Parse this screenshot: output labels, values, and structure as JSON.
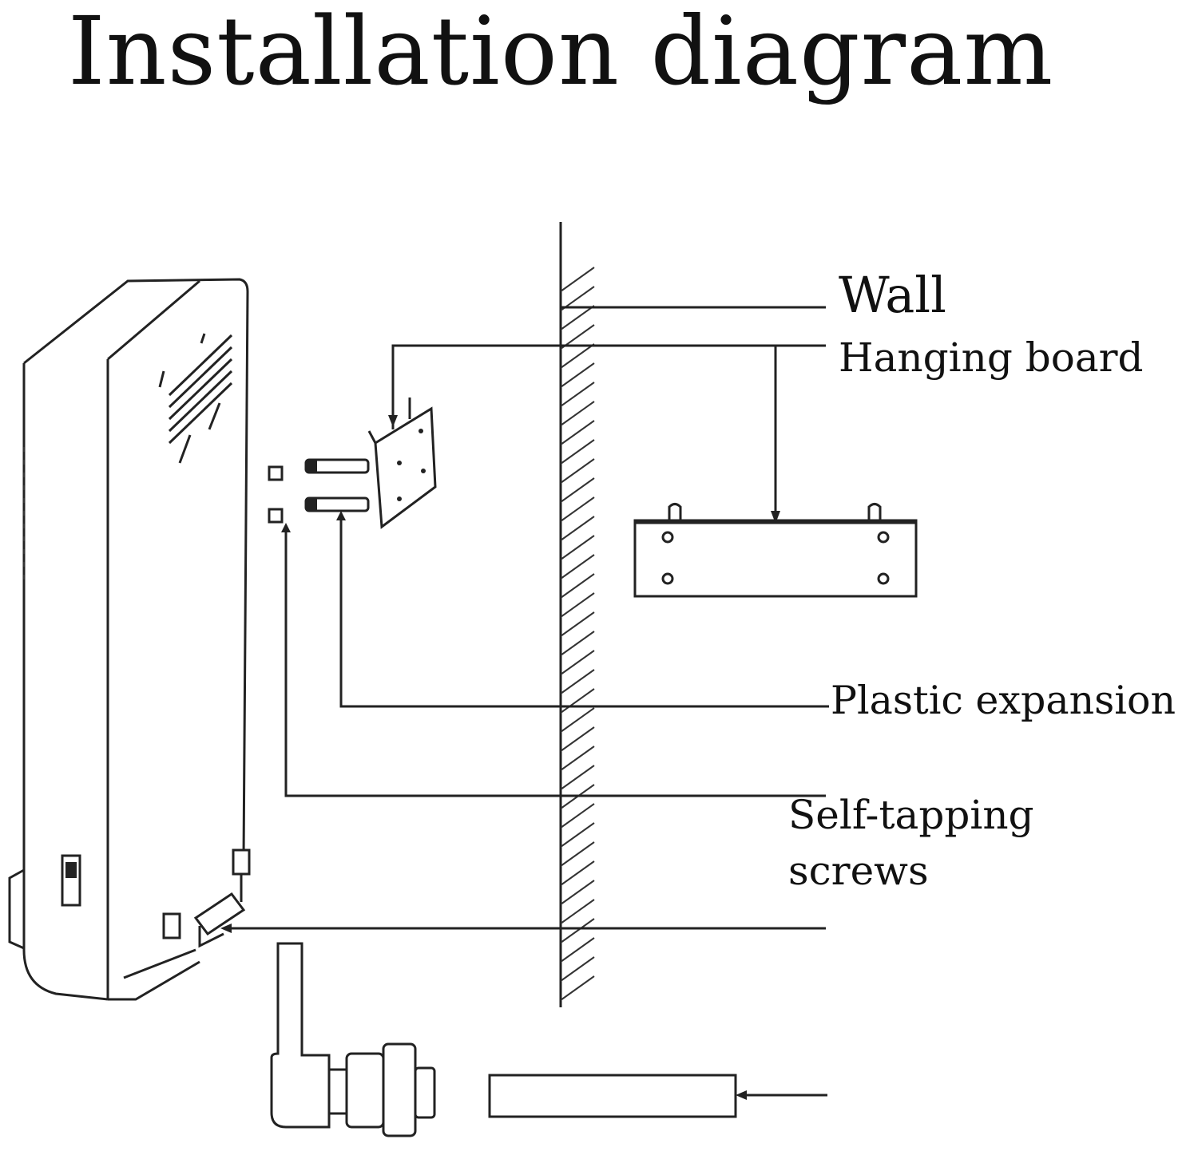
{
  "title": "Installation diagram",
  "labels": {
    "wall": "Wall",
    "hanging_board": "Hanging board",
    "plastic_expansion": "Plastic expansion",
    "self_tapping_screws": "Self-tapping\nscrews"
  },
  "colors": {
    "line": "#222222",
    "background": "#ffffff",
    "text": "#111111"
  }
}
